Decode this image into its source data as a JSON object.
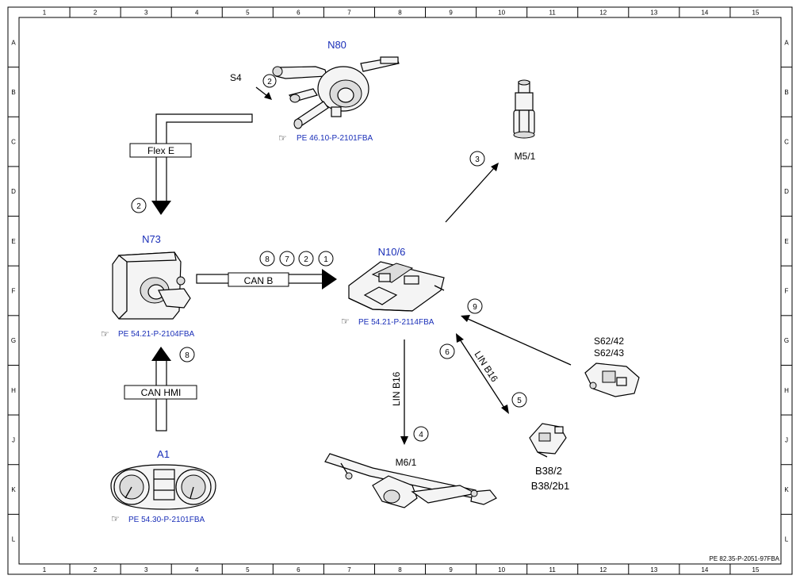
{
  "grid": {
    "columns": [
      "1",
      "2",
      "3",
      "4",
      "5",
      "6",
      "7",
      "8",
      "9",
      "10",
      "11",
      "12",
      "13",
      "14",
      "15"
    ],
    "rows": [
      "A",
      "B",
      "C",
      "D",
      "E",
      "F",
      "G",
      "H",
      "J",
      "K",
      "L"
    ]
  },
  "components": {
    "n80": {
      "code": "N80",
      "ref": "PE 46.10-P-2101FBA"
    },
    "s4": {
      "code": "S4"
    },
    "n73": {
      "code": "N73",
      "ref": "PE 54.21-P-2104FBA"
    },
    "n10_6": {
      "code": "N10/6",
      "ref": "PE 54.21-P-2114FBA"
    },
    "m5_1": {
      "code": "M5/1"
    },
    "a1": {
      "code": "A1",
      "ref": "PE 54.30-P-2101FBA"
    },
    "m6_1": {
      "code": "M6/1"
    },
    "b38": {
      "code1": "B38/2",
      "code2": "B38/2b1"
    },
    "s62": {
      "code1": "S62/42",
      "code2": "S62/43"
    }
  },
  "buses": {
    "flex_e": "Flex E",
    "can_b": "CAN B",
    "can_hmi": "CAN HMI",
    "lin_b16_vertical": "LIN B16",
    "lin_b16_diagonal": "LIN B16"
  },
  "signals": {
    "s4_to_n80": "2",
    "flex_e": "2",
    "can_b": [
      "8",
      "7",
      "2",
      "1"
    ],
    "to_m5_1": "3",
    "to_m6_1": "4",
    "to_b38": "5",
    "from_b38": "6",
    "from_s62": "9",
    "can_hmi": "8"
  },
  "footer": {
    "doc_id": "PE 82.35-P-2051-97FBA"
  },
  "colors": {
    "component_label": "#1a2fb8",
    "line": "#000000"
  },
  "icons": {
    "reference": "pointing-hand-icon"
  }
}
